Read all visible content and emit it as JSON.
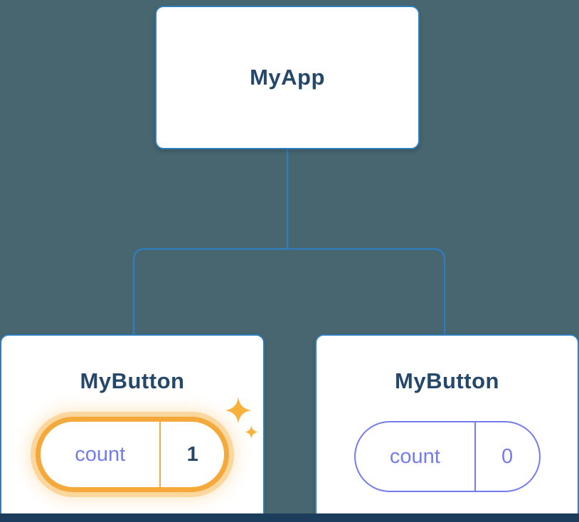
{
  "colors": {
    "background": "#47666F",
    "node-border": "#2F7EC0",
    "node-bg": "#FFFFFF",
    "title-text": "#25476A",
    "state-purple": "#747CEC",
    "state-orange": "#F5A93B",
    "sparkle": "#F7B23B",
    "bottom-bar": "#1C3E5C"
  },
  "tree": {
    "root": {
      "label": "MyApp"
    },
    "children": [
      {
        "label": "MyButton",
        "state": {
          "name": "count",
          "value": "1"
        },
        "highlighted": true
      },
      {
        "label": "MyButton",
        "state": {
          "name": "count",
          "value": "0"
        },
        "highlighted": false
      }
    ]
  }
}
